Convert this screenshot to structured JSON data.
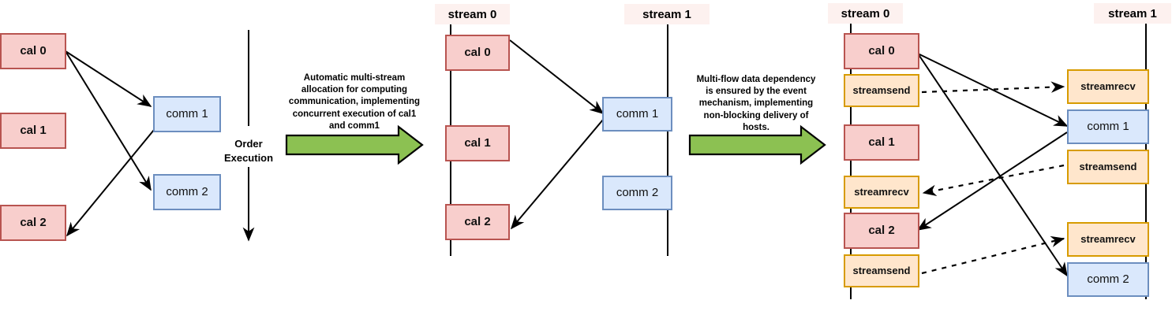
{
  "diagram": {
    "title_absent": true,
    "colors": {
      "cal_fill": "#f8cecc",
      "cal_border": "#b85450",
      "comm_fill": "#dae8fc",
      "comm_border": "#6c8ebf",
      "streamop_fill": "#ffe6cc",
      "streamop_border": "#d79b00",
      "green_arrow_fill": "#8cc152",
      "green_arrow_border": "#000000",
      "stream_label_bg": "#fdf1ef",
      "line": "#000000"
    }
  },
  "panel1": {
    "name": "serial-execution",
    "nodes": [
      {
        "id": "p1-cal0",
        "label": "cal 0",
        "kind": "cal"
      },
      {
        "id": "p1-cal1",
        "label": "cal 1",
        "kind": "cal"
      },
      {
        "id": "p1-cal2",
        "label": "cal 2",
        "kind": "cal"
      },
      {
        "id": "p1-comm1",
        "label": "comm 1",
        "kind": "comm"
      },
      {
        "id": "p1-comm2",
        "label": "comm 2",
        "kind": "comm"
      }
    ],
    "order_label_line1": "Order",
    "order_label_line2": "Execution"
  },
  "transition1": {
    "name": "automatic-multi-stream-allocation",
    "caption_lines": [
      "Automatic multi-stream",
      "allocation for computing",
      "communication, implementing",
      "concurrent execution of cal1",
      "and comm1"
    ],
    "arrow": "green-right-arrow"
  },
  "panel2": {
    "name": "two-stream-timeline",
    "streams": [
      {
        "id": "p2-s0",
        "label": "stream 0"
      },
      {
        "id": "p2-s1",
        "label": "stream 1"
      }
    ],
    "stream0_nodes": [
      {
        "id": "p2-cal0",
        "label": "cal 0",
        "kind": "cal"
      },
      {
        "id": "p2-cal1",
        "label": "cal 1",
        "kind": "cal"
      },
      {
        "id": "p2-cal2",
        "label": "cal 2",
        "kind": "cal"
      }
    ],
    "stream1_nodes": [
      {
        "id": "p2-comm1",
        "label": "comm 1",
        "kind": "comm"
      },
      {
        "id": "p2-comm2",
        "label": "comm 2",
        "kind": "comm"
      }
    ]
  },
  "transition2": {
    "name": "event-mechanism-dependency",
    "caption_lines": [
      "Multi-flow data dependency",
      "is ensured by the event",
      "mechanism, implementing",
      "non-blocking delivery of",
      "hosts."
    ],
    "arrow": "green-right-arrow"
  },
  "panel3": {
    "name": "event-synchronized-timeline",
    "streams": [
      {
        "id": "p3-s0",
        "label": "stream 0"
      },
      {
        "id": "p3-s1",
        "label": "stream 1"
      }
    ],
    "stream0_nodes": [
      {
        "id": "p3-cal0",
        "label": "cal 0",
        "kind": "cal"
      },
      {
        "id": "p3-send-a",
        "label": "streamsend",
        "kind": "stream-op"
      },
      {
        "id": "p3-cal1",
        "label": "cal 1",
        "kind": "cal"
      },
      {
        "id": "p3-recv-a",
        "label": "streamrecv",
        "kind": "stream-op"
      },
      {
        "id": "p3-cal2",
        "label": "cal 2",
        "kind": "cal"
      },
      {
        "id": "p3-send-b",
        "label": "streamsend",
        "kind": "stream-op"
      }
    ],
    "stream1_nodes": [
      {
        "id": "p3-recv-b",
        "label": "streamrecv",
        "kind": "stream-op"
      },
      {
        "id": "p3-comm1",
        "label": "comm 1",
        "kind": "comm"
      },
      {
        "id": "p3-send-c",
        "label": "streamsend",
        "kind": "stream-op"
      },
      {
        "id": "p3-recv-c",
        "label": "streamrecv",
        "kind": "stream-op"
      },
      {
        "id": "p3-comm2",
        "label": "comm 2",
        "kind": "comm"
      }
    ]
  }
}
